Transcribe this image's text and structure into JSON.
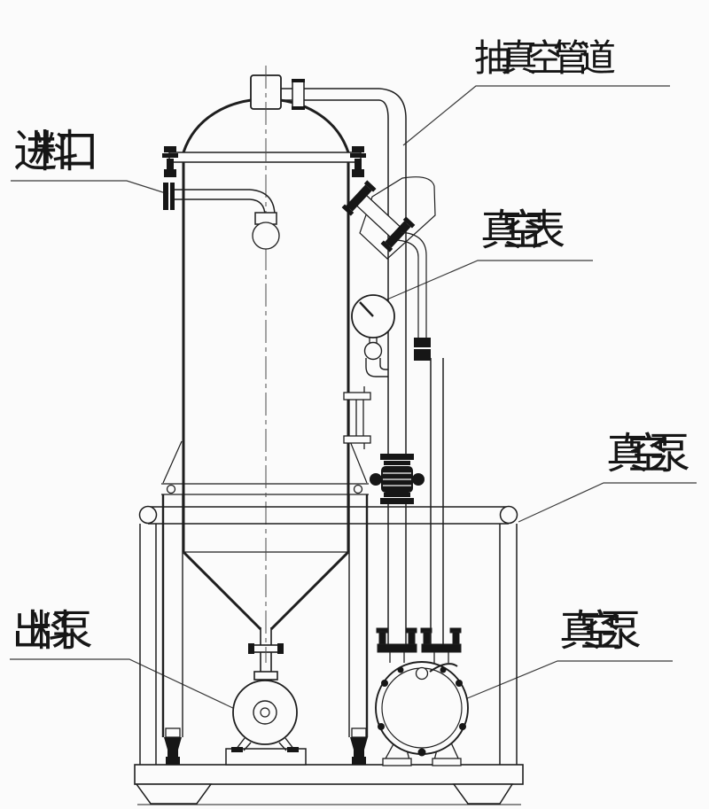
{
  "diagram": {
    "kind": "vacuum-conveyor-equipment-line-drawing",
    "labels": [
      {
        "id": "vacuum-pipeline",
        "text": "抽真空管道"
      },
      {
        "id": "feed-inlet",
        "text": "进料口"
      },
      {
        "id": "vacuum-gauge",
        "text": "真空表"
      },
      {
        "id": "vacuum-pump-upper",
        "text": "真空泵"
      },
      {
        "id": "vacuum-pump-lower",
        "text": "真空泵"
      },
      {
        "id": "discharge-pump",
        "text": "出料泵"
      }
    ],
    "colors": {
      "line": "#1e1e1e",
      "background": "#fbfbfb",
      "label_text": "#161616"
    }
  }
}
